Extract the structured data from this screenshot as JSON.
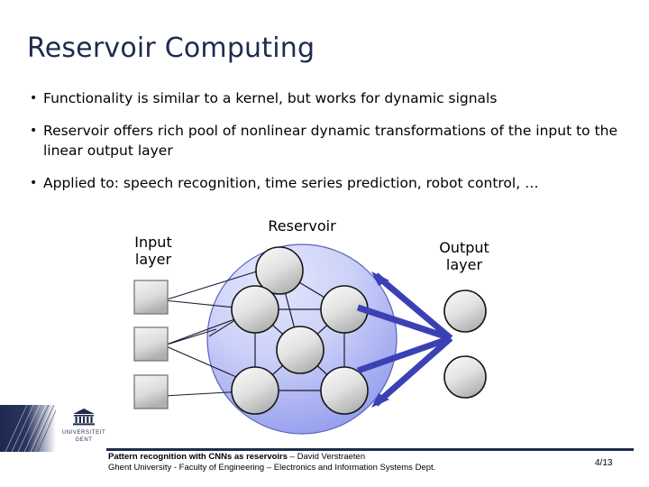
{
  "slide": {
    "title": "Reservoir Computing",
    "bullet_char": "•",
    "bullets": [
      "Functionality is similar to a kernel, but works for dynamic signals",
      "Reservoir offers rich pool of nonlinear dynamic transformations of the input to the linear output layer",
      "Applied to: speech recognition, time series prediction, robot control, …"
    ]
  },
  "diagram": {
    "labels": {
      "input": "Input\nlayer",
      "input_line1": "Input",
      "input_line2": "layer",
      "reservoir": "Reservoir",
      "output_line1": "Output",
      "output_line2": "layer"
    },
    "colors": {
      "reservoir_fill_light": "#d8dcfa",
      "reservoir_fill_dark": "#9aa2ee",
      "reservoir_stroke": "#4a4fae",
      "node_fill_light": "#f2f2f2",
      "node_fill_dark": "#b8b8b8",
      "node_stroke": "#1a1a1a",
      "connection_stroke": "#1a1a30",
      "output_arrow": "#3B41B5",
      "input_square_light": "#f0f0f0",
      "input_square_dark": "#b5b5b5"
    },
    "input_nodes": 3,
    "reservoir_nodes": 6,
    "output_nodes": 2
  },
  "footer": {
    "title_bold": "Pattern recognition with CNNs as reservoirs",
    "author_suffix": " – David Verstraeten",
    "affiliation": "Ghent University - Faculty of Engineering – Electronics and Information Systems Dept.",
    "page": "4/13",
    "rule_color": "#1F2A50"
  },
  "logo": {
    "wordmark_line1": "UNIVERSITEIT",
    "wordmark_line2": "GENT",
    "color": "#1F2A50"
  },
  "theme": {
    "background": "#ffffff",
    "title_color": "#1F2A50",
    "body_text_color": "#000000"
  }
}
